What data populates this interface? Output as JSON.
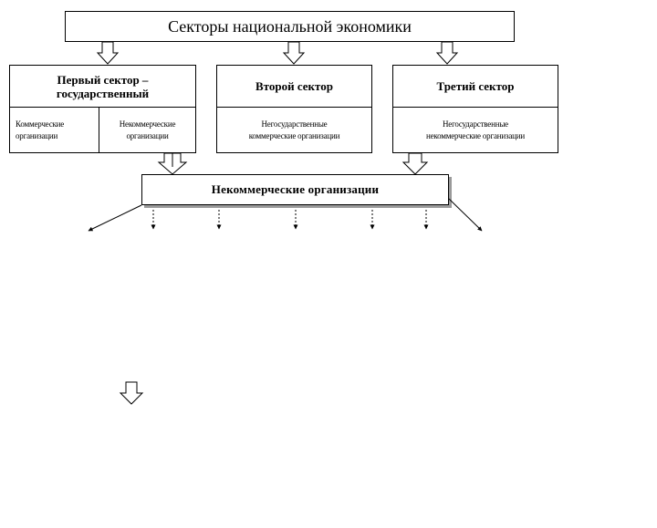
{
  "diagram": {
    "title": "Секторы национальной экономики",
    "sectors": [
      {
        "title_line1": "Первый сектор –",
        "title_line2": "государственный",
        "sub_left_line1": "Коммерческие",
        "sub_left_line2": "организации",
        "sub_right_line1": "Некоммерческие",
        "sub_right_line2": "организации"
      },
      {
        "title": "Второй сектор",
        "sub_line1": "Негосударственные",
        "sub_line2": "коммерческие организации"
      },
      {
        "title": "Третий сектор",
        "sub_line1": "Негосударственные",
        "sub_line2": "некоммерческие организации"
      }
    ],
    "nko": "Некоммерческие организации"
  }
}
